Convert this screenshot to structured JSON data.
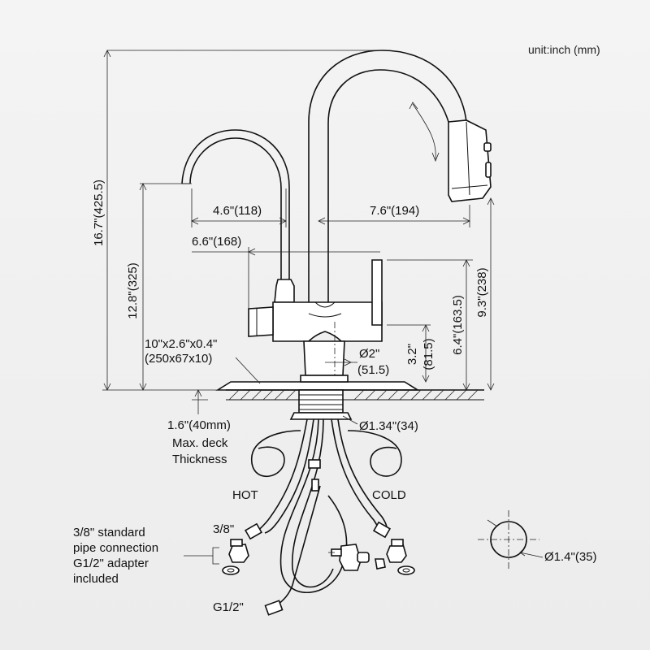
{
  "unit_note": "unit:inch (mm)",
  "dims": {
    "total_height": "16.7\"(425.5)",
    "side_spout_height": "12.8\"(325)",
    "side_spout_reach": "4.6\"(118)",
    "main_reach": "7.6\"(194)",
    "spout_spacing": "6.6\"(168)",
    "deck_plate_line1": "10\"x2.6\"x0.4\"",
    "deck_plate_line2": "(250x67x10)",
    "base_dia_line1": "Ø2\"",
    "base_dia_line2": "(51.5)",
    "handle_height_line1": "3.2\"",
    "handle_height_line2": "(81.5)",
    "lever_height": "6.4\"(163.5)",
    "spray_height": "9.3\"(238)",
    "shank_dia": "Ø1.34\"(34)",
    "hole_dia": "Ø1.4\"(35)"
  },
  "deck": {
    "line1": "1.6\"(40mm)",
    "line2": "Max. deck",
    "line3": "Thickness"
  },
  "supply": {
    "hot": "HOT",
    "cold": "COLD",
    "three_eighths": "3/8\"",
    "g_half": "G1/2\"",
    "note_line1": "3/8\" standard",
    "note_line2": "pipe connection",
    "note_line3": "G1/2\" adapter",
    "note_line4": "included"
  }
}
